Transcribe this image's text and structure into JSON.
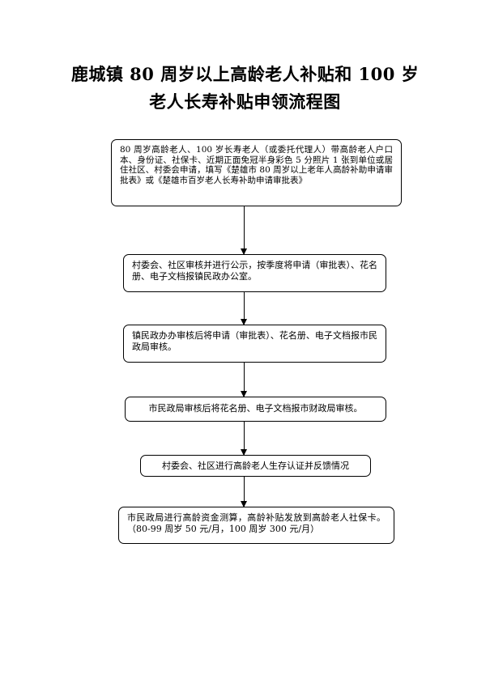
{
  "title": {
    "line1": "鹿城镇 80 周岁以上高龄老人补贴和 100 岁",
    "line2": "老人长寿补贴申领流程图"
  },
  "steps": [
    "80 周岁高龄老人、100 岁长寿老人（或委托代理人）带高龄老人户口本、身份证、社保卡、近期正面免冠半身彩色 5 分照片 1 张到单位或居住社区、村委会申请，填写《楚雄市 80 周岁以上老年人高龄补助申请审批表》或《楚雄市百岁老人长寿补助申请审批表》",
    "村委会、社区审核并进行公示，按季度将申请（审批表）、花名册、电子文档报镇民政办公室。",
    "镇民政办办审核后将申请（审批表）、花名册、电子文档报市民政局审核。",
    "市民政局审核后将花名册、电子文档报市财政局审核。",
    "村委会、社区进行高龄老人生存认证并反馈情况",
    "市民政局进行高龄资金测算，高龄补贴发放到高龄老人社保卡。（80-99 周岁 50 元/月，100 周岁 300 元/月）"
  ]
}
